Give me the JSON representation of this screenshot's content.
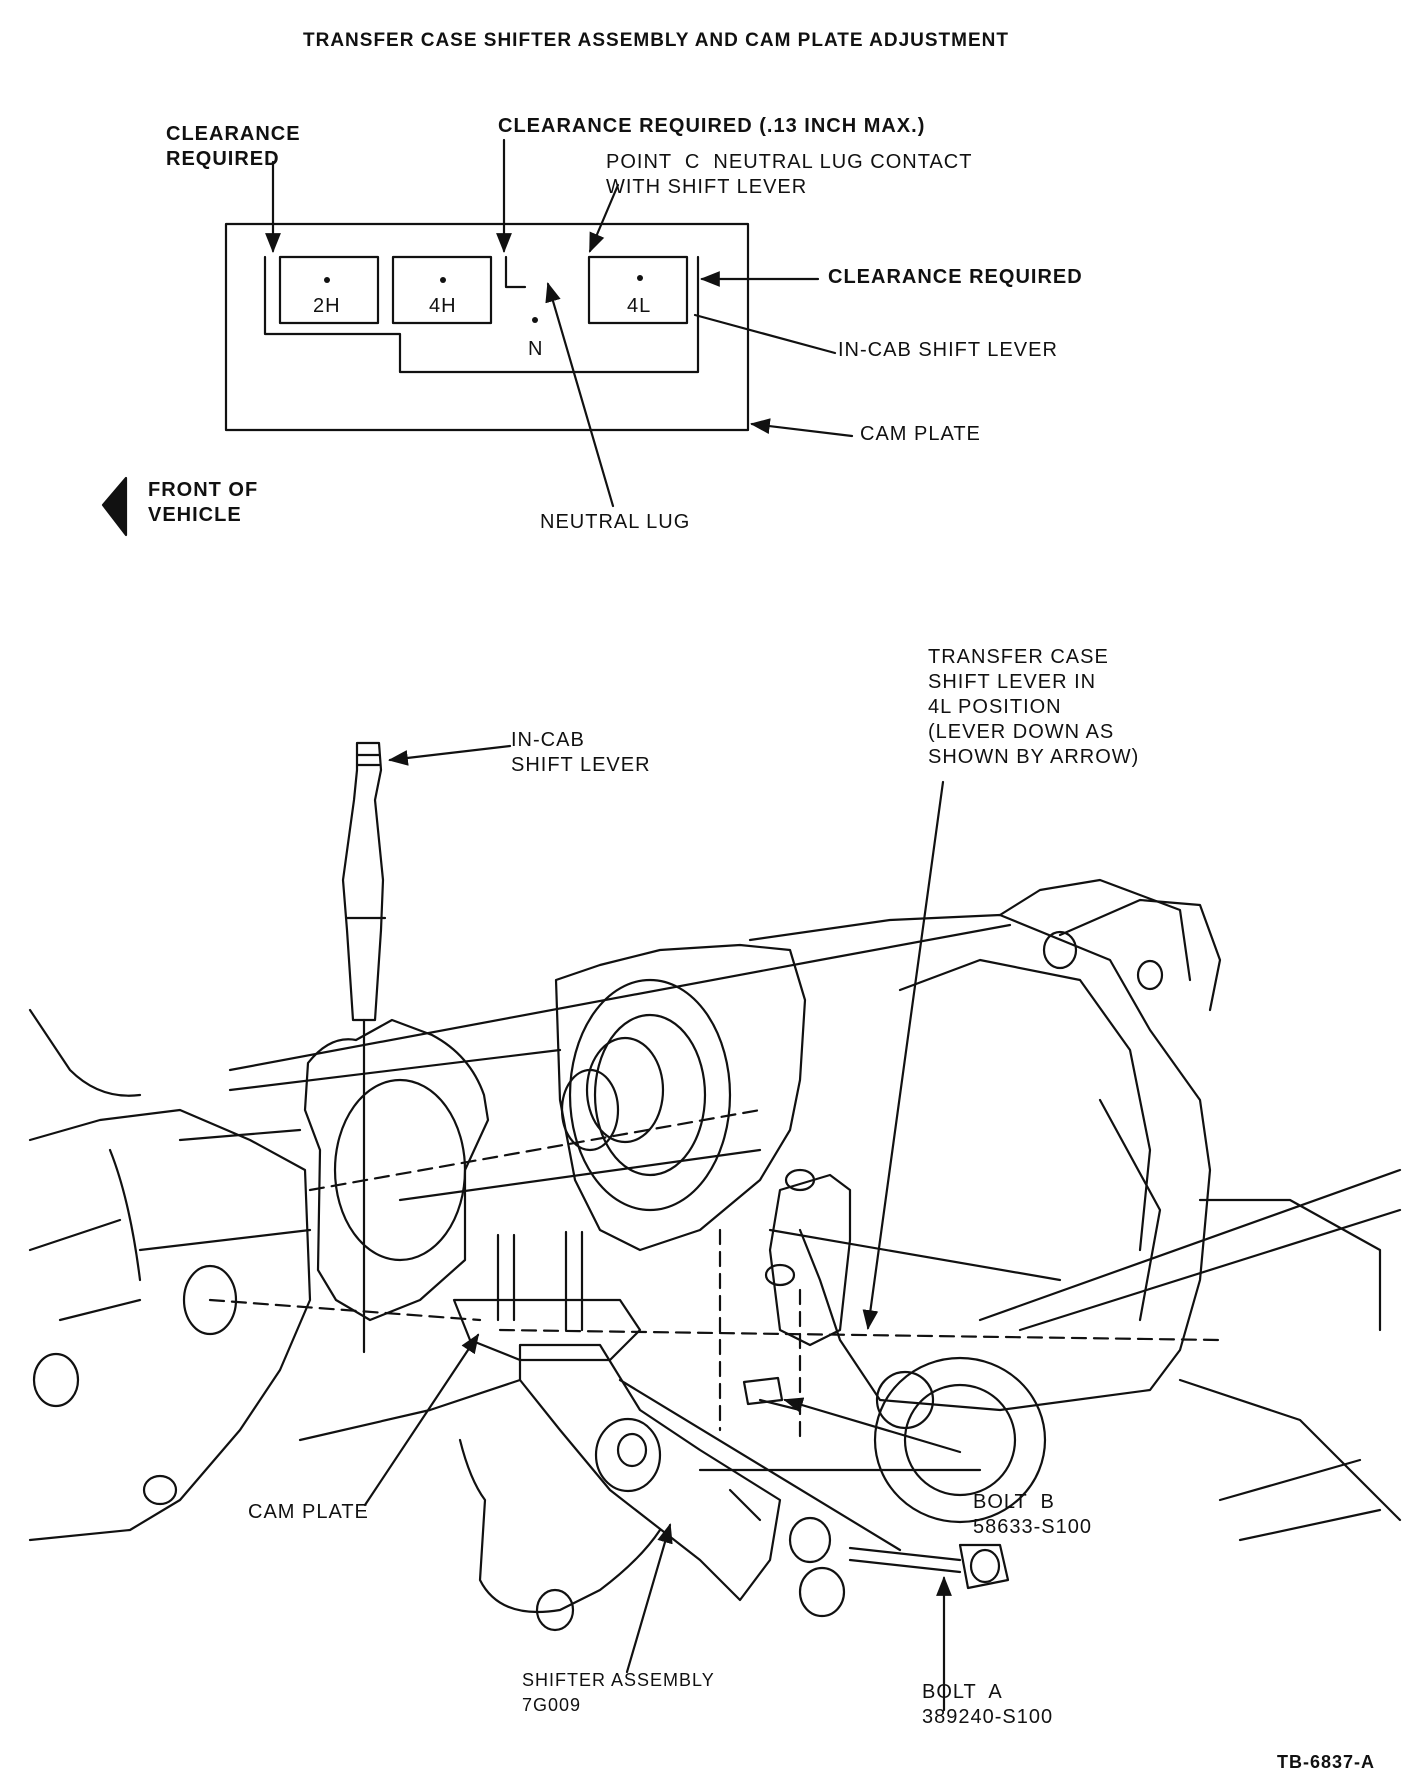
{
  "title": "TRANSFER CASE SHIFTER ASSEMBLY AND CAM PLATE ADJUSTMENT",
  "cam_diagram": {
    "clearance_left": "CLEARANCE\nREQUIRED",
    "clearance_max": "CLEARANCE REQUIRED (.13 INCH MAX.)",
    "point_c": "POINT  C  NEUTRAL LUG CONTACT\nWITH SHIFT LEVER",
    "clearance_right": "CLEARANCE REQUIRED",
    "in_cab_shift_lever": "IN-CAB SHIFT LEVER",
    "cam_plate": "CAM PLATE",
    "neutral_lug": "NEUTRAL LUG",
    "front_of_vehicle": "FRONT OF\nVEHICLE",
    "positions": [
      "2H",
      "4H",
      "N",
      "4L"
    ]
  },
  "assembly": {
    "in_cab_shift_lever": "IN-CAB\nSHIFT LEVER",
    "transfer_case_note": "TRANSFER CASE\nSHIFT LEVER IN\n4L POSITION\n(LEVER DOWN AS\nSHOWN BY ARROW)",
    "cam_plate": "CAM PLATE",
    "bolt_b": "BOLT  B\n58633-S100",
    "shifter_assembly": "SHIFTER ASSEMBLY\n7G009",
    "bolt_a": "BOLT  A\n389240-S100"
  },
  "figure_id": "TB-6837-A"
}
